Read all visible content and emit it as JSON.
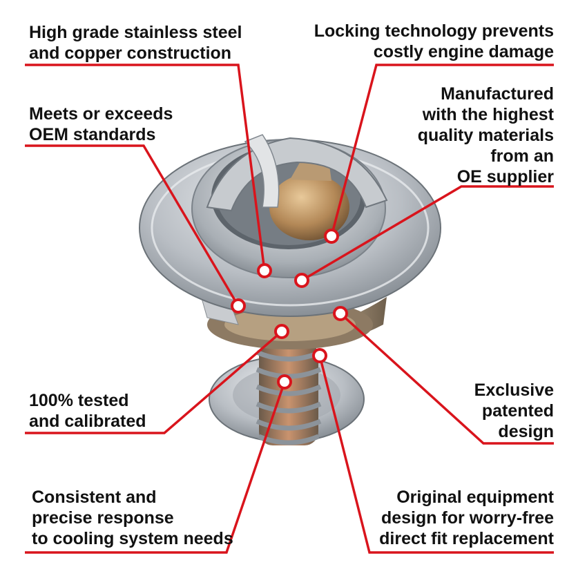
{
  "features": [
    {
      "id": "stainless",
      "lines": [
        "High grade stainless steel",
        "and copper construction"
      ]
    },
    {
      "id": "locking",
      "lines": [
        "Locking technology prevents",
        "costly engine damage"
      ]
    },
    {
      "id": "oem",
      "lines": [
        "Meets or exceeds",
        "OEM standards"
      ]
    },
    {
      "id": "materials",
      "lines": [
        "Manufactured",
        "with the highest",
        "quality materials",
        "from an",
        "OE supplier"
      ]
    },
    {
      "id": "tested",
      "lines": [
        "100% tested",
        "and calibrated"
      ]
    },
    {
      "id": "patented",
      "lines": [
        "Exclusive",
        "patented",
        "design"
      ]
    },
    {
      "id": "response",
      "lines": [
        "Consistent and",
        "precise response",
        "to cooling system needs"
      ]
    },
    {
      "id": "original",
      "lines": [
        "Original equipment",
        "design for worry-free",
        "direct fit replacement"
      ]
    }
  ],
  "colors": {
    "accent": "#d9141c",
    "text": "#111111",
    "background": "#ffffff"
  }
}
